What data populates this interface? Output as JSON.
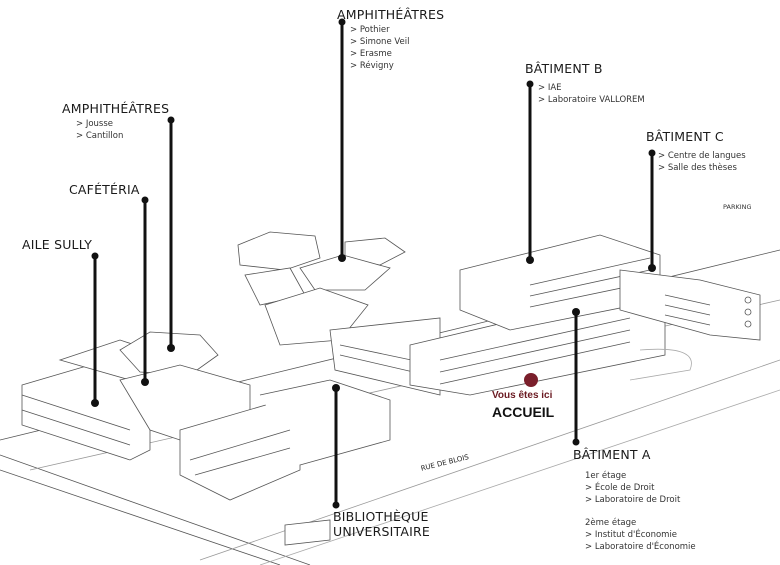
{
  "labels": {
    "amphi_top": {
      "title": "AMPHITHÉÂTRES",
      "items": [
        "> Pothier",
        "> Simone Veil",
        "> Erasme",
        "> Révigny"
      ]
    },
    "batiment_b": {
      "title": "BÂTIMENT B",
      "items": [
        "> IAE",
        "> Laboratoire VALLOREM"
      ]
    },
    "batiment_c": {
      "title": "BÂTIMENT C",
      "items": [
        "> Centre de langues",
        "> Salle des thèses"
      ]
    },
    "amphi_left": {
      "title": "AMPHITHÉÂTRES",
      "items": [
        "> Jousse",
        "> Cantillon"
      ]
    },
    "cafeteria": {
      "title": "CAFÉTÉRIA"
    },
    "aile_sully": {
      "title": "AILE  SULLY"
    },
    "bibliotheque": {
      "title": "BIBLIOTHÈQUE",
      "title2": "UNIVERSITAIRE"
    },
    "batiment_a": {
      "title": "BÂTIMENT  A",
      "floor1": "1er étage",
      "floor1_items": [
        "> École de Droit",
        "> Laboratoire de Droit"
      ],
      "floor2": "2ème étage",
      "floor2_items": [
        ">  Institut d'Économie",
        "> Laboratoire d'Économie"
      ]
    }
  },
  "you_are_here": {
    "text": "Vous êtes ici",
    "place": "ACCUEIL",
    "color": "#7a1f2b"
  },
  "map": {
    "road": "RUE DE BLOIS",
    "parking": "PARKING"
  }
}
